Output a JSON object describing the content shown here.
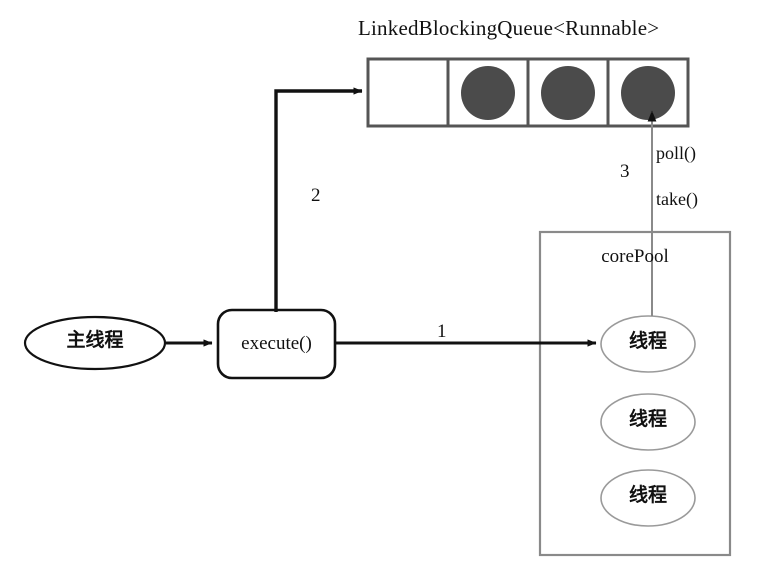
{
  "diagram": {
    "title": "LinkedBlockingQueue<Runnable>",
    "queue": {
      "name": "LinkedBlockingQueue<Runnable>",
      "cell_count": 4,
      "cells": [
        {
          "index": 0,
          "filled": false,
          "task_label": ""
        },
        {
          "index": 1,
          "filled": true,
          "task_label": ""
        },
        {
          "index": 2,
          "filled": true,
          "task_label": ""
        },
        {
          "index": 3,
          "filled": true,
          "task_label": ""
        }
      ],
      "task_color": "#4b4b4b",
      "border_color": "#555555"
    },
    "main_thread": {
      "label": "主线程"
    },
    "execute_box": {
      "label": "execute()"
    },
    "core_pool": {
      "label": "corePool",
      "threads": [
        {
          "label": "线程"
        },
        {
          "label": "线程"
        },
        {
          "label": "线程"
        }
      ],
      "border_color": "#888888"
    },
    "edges": [
      {
        "id": "edge-1",
        "number": "1",
        "from": "execute()",
        "to": "线程",
        "label": ""
      },
      {
        "id": "edge-2",
        "number": "2",
        "from": "execute()",
        "to": "LinkedBlockingQueue<Runnable>",
        "label": ""
      },
      {
        "id": "edge-3",
        "number": "3",
        "from": "线程",
        "to": "LinkedBlockingQueue<Runnable>",
        "label": ""
      }
    ],
    "annotations": {
      "number_one": "1",
      "number_two": "2",
      "number_three": "3",
      "poll": "poll()",
      "take": "take()"
    },
    "colors": {
      "stroke_dark": "#111111",
      "stroke_gray": "#888888",
      "task_fill": "#4b4b4b",
      "background": "#ffffff"
    }
  }
}
